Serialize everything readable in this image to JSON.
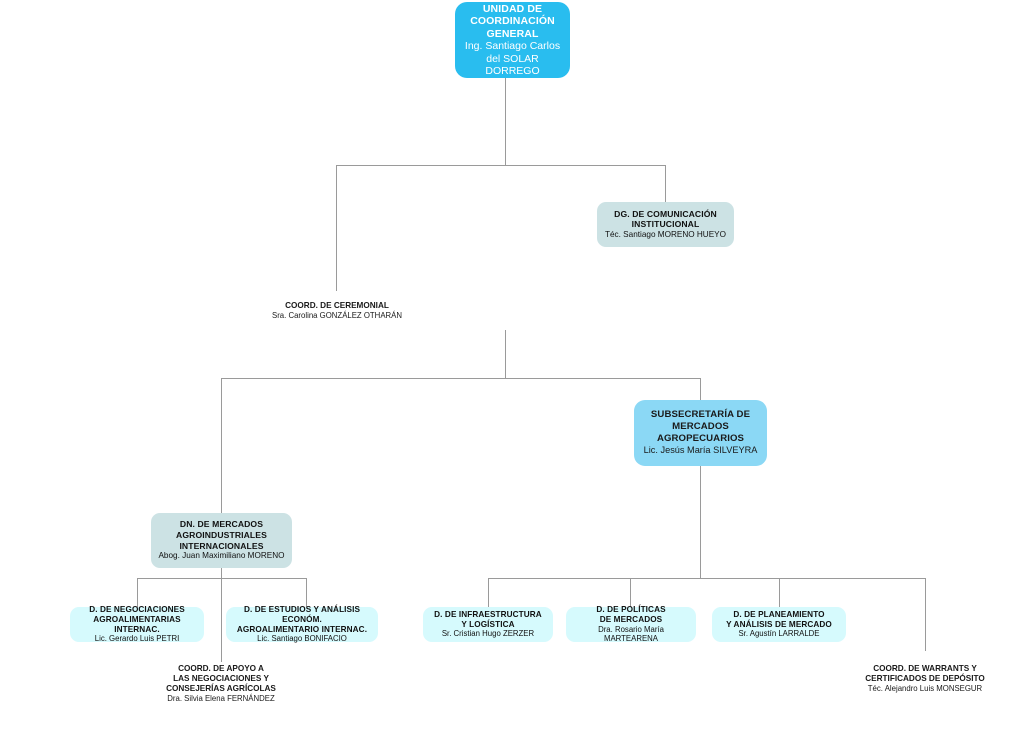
{
  "diagram": {
    "type": "organizational-chart",
    "language": "es",
    "palette": {
      "root_fill": "#29BDEF",
      "root_text": "#FFFFFF",
      "staff_fill": "#CCE2E4",
      "subsecretaria_fill": "#8BD8F5",
      "direction_fill": "#D6FAFD",
      "connector_line": "#9A9A9A",
      "body_text": "#111111",
      "background": "#FFFFFF"
    }
  },
  "nodes": {
    "root": {
      "title_lines": [
        "UNIDAD DE",
        "COORDINACIÓN GENERAL"
      ],
      "title": "UNIDAD DE COORDINACIÓN GENERAL",
      "person_lines": [
        "Ing. Santiago Carlos",
        "del SOLAR DORREGO"
      ],
      "person": "Ing. Santiago Carlos del SOLAR DORREGO"
    },
    "comunicacion": {
      "title_lines": [
        "DG. DE COMUNICACIÓN",
        "INSTITUCIONAL"
      ],
      "title": "DG. DE COMUNICACIÓN INSTITUCIONAL",
      "person_lines": [
        "Téc. Santiago MORENO HUEYO"
      ],
      "person": "Téc. Santiago MORENO HUEYO"
    },
    "ceremonial": {
      "title_lines": [
        "COORD. DE CEREMONIAL"
      ],
      "title": "COORD. DE CEREMONIAL",
      "person_lines": [
        "Sra. Carolina GONZÁLEZ OTHARÁN"
      ],
      "person": "Sra. Carolina GONZÁLEZ OTHARÁN"
    },
    "subsecretaria": {
      "title_lines": [
        "SUBSECRETARÍA DE",
        "MERCADOS",
        "AGROPECUARIOS"
      ],
      "title": "SUBSECRETARÍA DE MERCADOS AGROPECUARIOS",
      "person_lines": [
        "Lic. Jesús María SILVEYRA"
      ],
      "person": "Lic. Jesús María SILVEYRA"
    },
    "dn_mercados": {
      "title_lines": [
        "DN. DE MERCADOS",
        "AGROINDUSTRIALES",
        "INTERNACIONALES"
      ],
      "title": "DN. DE MERCADOS AGROINDUSTRIALES INTERNACIONALES",
      "person_lines": [
        "Abog. Juan Maximiliano MORENO"
      ],
      "person": "Abog. Juan Maximiliano MORENO"
    },
    "d_negociaciones": {
      "title_lines": [
        "D. DE NEGOCIACIONES",
        "AGROALIMENTARIAS INTERNAC."
      ],
      "title": "D. DE NEGOCIACIONES AGROALIMENTARIAS INTERNAC.",
      "person_lines": [
        "Lic. Gerardo Luis PETRI"
      ],
      "person": "Lic. Gerardo Luis PETRI"
    },
    "d_estudios": {
      "title_lines": [
        "D. DE ESTUDIOS Y ANÁLISIS ECONÓM.",
        "AGROALIMENTARIO INTERNAC."
      ],
      "title": "D. DE ESTUDIOS Y ANÁLISIS ECONÓM. AGROALIMENTARIO INTERNAC.",
      "person_lines": [
        "Lic. Santiago BONIFACIO"
      ],
      "person": "Lic. Santiago BONIFACIO"
    },
    "coord_apoyo": {
      "title_lines": [
        "COORD. DE APOYO A",
        "LAS NEGOCIACIONES Y",
        "CONSEJERÍAS AGRÍCOLAS"
      ],
      "title": "COORD. DE APOYO A LAS NEGOCIACIONES Y CONSEJERÍAS AGRÍCOLAS",
      "person_lines": [
        "Dra. Silvia Elena FERNÁNDEZ"
      ],
      "person": "Dra. Silvia Elena FERNÁNDEZ"
    },
    "d_infraestructura": {
      "title_lines": [
        "D. DE INFRAESTRUCTURA",
        "Y LOGÍSTICA"
      ],
      "title": "D. DE INFRAESTRUCTURA Y LOGÍSTICA",
      "person_lines": [
        "Sr. Cristian Hugo ZERZER"
      ],
      "person": "Sr. Cristian Hugo ZERZER"
    },
    "d_politicas": {
      "title_lines": [
        "D. DE POLÍTICAS",
        "DE MERCADOS"
      ],
      "title": "D. DE POLÍTICAS DE MERCADOS",
      "person_lines": [
        "Dra. Rosario María MARTEARENA"
      ],
      "person": "Dra. Rosario María MARTEARENA"
    },
    "d_planeamiento": {
      "title_lines": [
        "D. DE PLANEAMIENTO",
        "Y ANÁLISIS DE MERCADO"
      ],
      "title": "D. DE PLANEAMIENTO Y ANÁLISIS DE MERCADO",
      "person_lines": [
        "Sr. Agustín LARRALDE"
      ],
      "person": "Sr. Agustín LARRALDE"
    },
    "coord_warrants": {
      "title_lines": [
        "COORD. DE WARRANTS Y",
        "CERTIFICADOS DE DEPÓSITO"
      ],
      "title": "COORD. DE WARRANTS Y CERTIFICADOS DE DEPÓSITO",
      "person_lines": [
        "Téc. Alejandro Luis MONSEGUR"
      ],
      "person": "Téc. Alejandro Luis MONSEGUR"
    }
  }
}
